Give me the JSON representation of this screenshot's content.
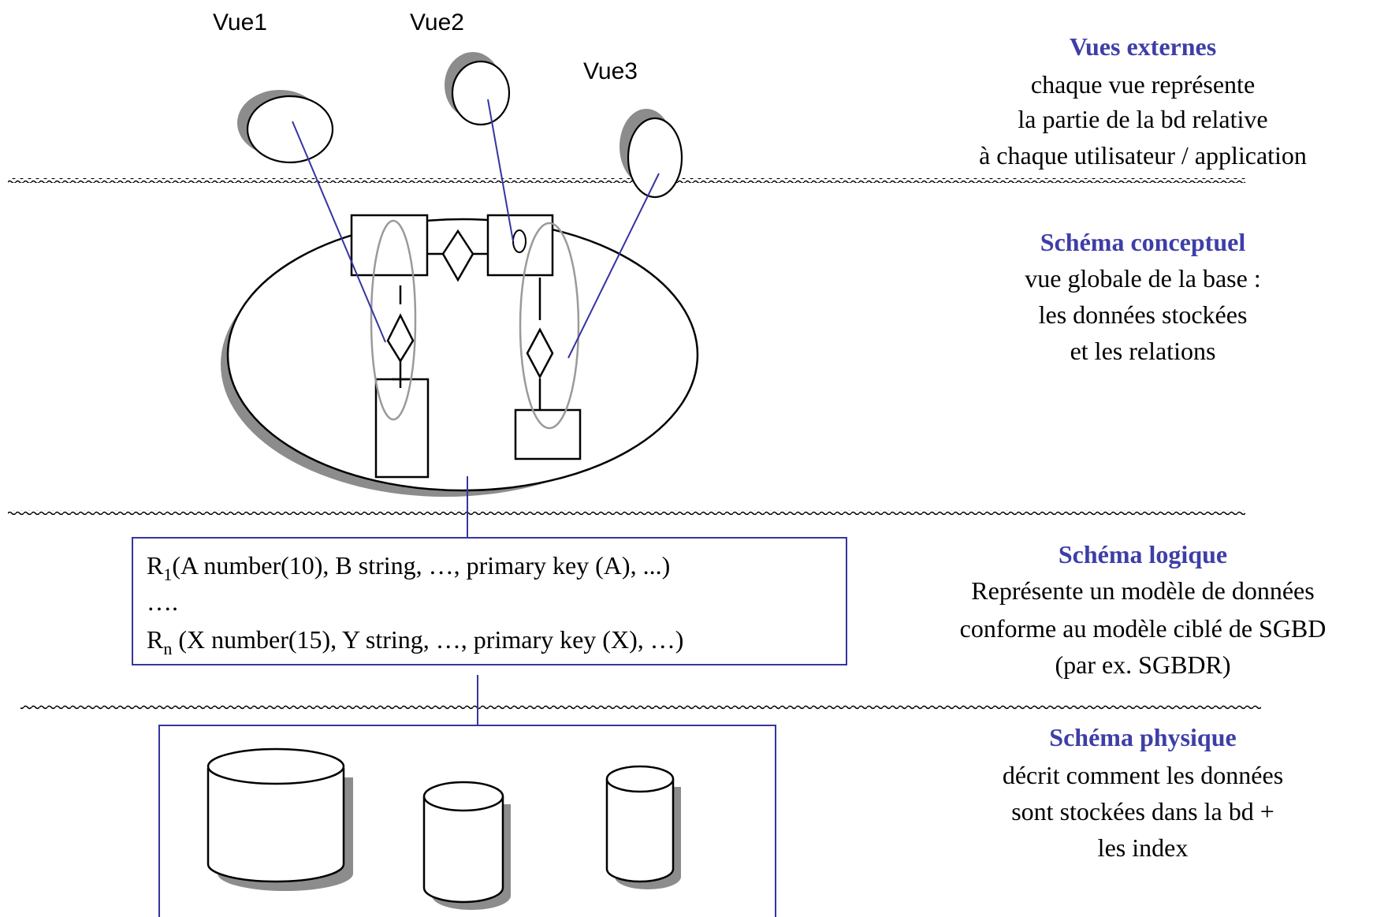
{
  "colors": {
    "accent": "#3e3ea8",
    "link_line": "#3535a0",
    "shadow": "#8c8c8c",
    "grey_ellipse": "#9a9a9a",
    "ink": "#000000"
  },
  "views": {
    "vue1": "Vue1",
    "vue2": "Vue2",
    "vue3": "Vue3"
  },
  "logical_schema_box": {
    "r1_base": "R",
    "r1_sub": "1",
    "r1_rest": "(A number(10), B string, …, primary key (A), ...)",
    "ellipsis": "….",
    "rn_base": "R",
    "rn_sub": "n",
    "rn_rest": " (X number(15), Y string, …, primary key (X), …)"
  },
  "layers": {
    "external": {
      "title": "Vues  externes",
      "lines": [
        "chaque vue représente",
        "la partie de la bd relative",
        "à chaque utilisateur / application"
      ]
    },
    "conceptual": {
      "title": "Schéma  conceptuel",
      "lines": [
        "vue globale de la base :",
        "les données stockées",
        "et les relations"
      ]
    },
    "logical": {
      "title": "Schéma  logique",
      "lines": [
        "Représente un modèle de données",
        "conforme au modèle ciblé de SGBD",
        "(par ex. SGBDR)"
      ]
    },
    "physical": {
      "title": "Schéma  physique",
      "lines": [
        "décrit comment les données",
        "sont stockées dans la bd +",
        "les index"
      ]
    }
  }
}
